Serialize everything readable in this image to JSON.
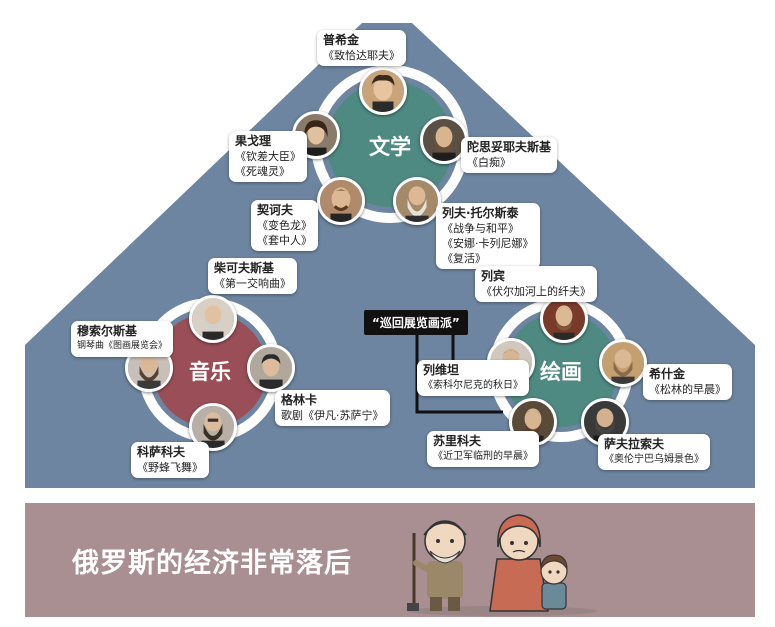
{
  "colors": {
    "background": "#6d85a0",
    "literature": "#4f8a82",
    "music": "#9a4f58",
    "painting": "#4f8a82",
    "ring": "#ffffff",
    "band": "#a98e92"
  },
  "literature": {
    "title": "文学",
    "people": [
      {
        "name": "普希金",
        "works": [
          "《致恰达耶夫》"
        ]
      },
      {
        "name": "陀思妥耶夫斯基",
        "works": [
          "《白痴》"
        ]
      },
      {
        "name": "列夫·托尔斯泰",
        "works": [
          "《战争与和平》",
          "《安娜·卡列尼娜》",
          "《复活》"
        ]
      },
      {
        "name": "契诃夫",
        "works": [
          "《变色龙》",
          "《套中人》"
        ]
      },
      {
        "name": "果戈理",
        "works": [
          "《钦差大臣》",
          "《死魂灵》"
        ]
      }
    ]
  },
  "music": {
    "title": "音乐",
    "people": [
      {
        "name": "柴可夫斯基",
        "works": [
          "《第一交响曲》"
        ]
      },
      {
        "name": "穆索尔斯基",
        "works": [
          "钢琴曲《图画展览会》"
        ]
      },
      {
        "name": "格林卡",
        "works": [
          "歌剧《伊凡·苏萨宁》"
        ]
      },
      {
        "name": "科萨科夫",
        "works": [
          "《野蜂飞舞》"
        ]
      }
    ]
  },
  "painting": {
    "title": "绘画",
    "school": "“巡回展览画派”",
    "people": [
      {
        "name": "列宾",
        "works": [
          "《伏尔加河上的纤夫》"
        ]
      },
      {
        "name": "列维坦",
        "works": [
          "《索科尔尼克的秋日》"
        ]
      },
      {
        "name": "希什金",
        "works": [
          "《松林的早晨》"
        ]
      },
      {
        "name": "苏里科夫",
        "works": [
          "《近卫军临刑的早晨》"
        ]
      },
      {
        "name": "萨夫拉索夫",
        "works": [
          "《奥伦宁巴乌姆景色》"
        ]
      }
    ]
  },
  "bottom": {
    "caption": "俄罗斯的经济非常落后"
  }
}
